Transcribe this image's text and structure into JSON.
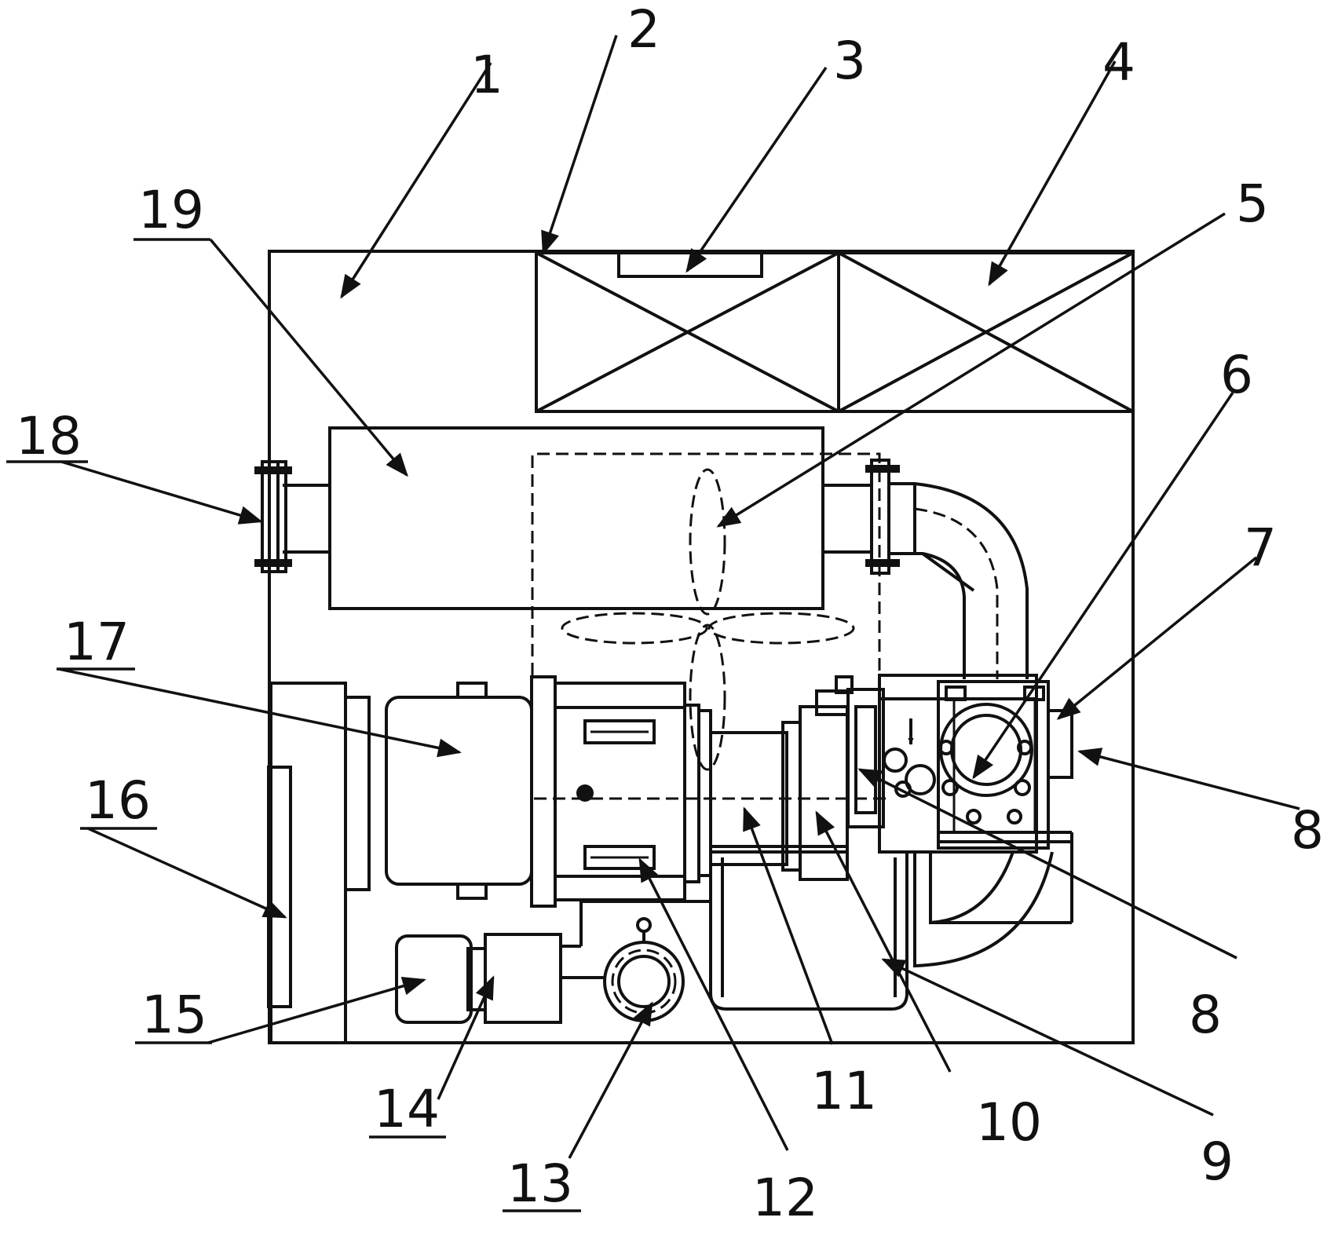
{
  "labels": [
    {
      "id": "1",
      "text": "1",
      "underline": false
    },
    {
      "id": "2",
      "text": "2",
      "underline": false
    },
    {
      "id": "3",
      "text": "3",
      "underline": false
    },
    {
      "id": "4",
      "text": "4",
      "underline": false
    },
    {
      "id": "5",
      "text": "5",
      "underline": false
    },
    {
      "id": "6",
      "text": "6",
      "underline": false
    },
    {
      "id": "7",
      "text": "7",
      "underline": false
    },
    {
      "id": "8a",
      "text": "8",
      "underline": false
    },
    {
      "id": "8b",
      "text": "8",
      "underline": false
    },
    {
      "id": "9",
      "text": "9",
      "underline": false
    },
    {
      "id": "10",
      "text": "10",
      "underline": false
    },
    {
      "id": "11",
      "text": "11",
      "underline": false
    },
    {
      "id": "12",
      "text": "12",
      "underline": false
    },
    {
      "id": "13",
      "text": "13",
      "underline": true
    },
    {
      "id": "14",
      "text": "14",
      "underline": true
    },
    {
      "id": "15",
      "text": "15",
      "underline": true
    },
    {
      "id": "16",
      "text": "16",
      "underline": true
    },
    {
      "id": "17",
      "text": "17",
      "underline": true
    },
    {
      "id": "18",
      "text": "18",
      "underline": true
    },
    {
      "id": "19",
      "text": "19",
      "underline": true
    }
  ]
}
